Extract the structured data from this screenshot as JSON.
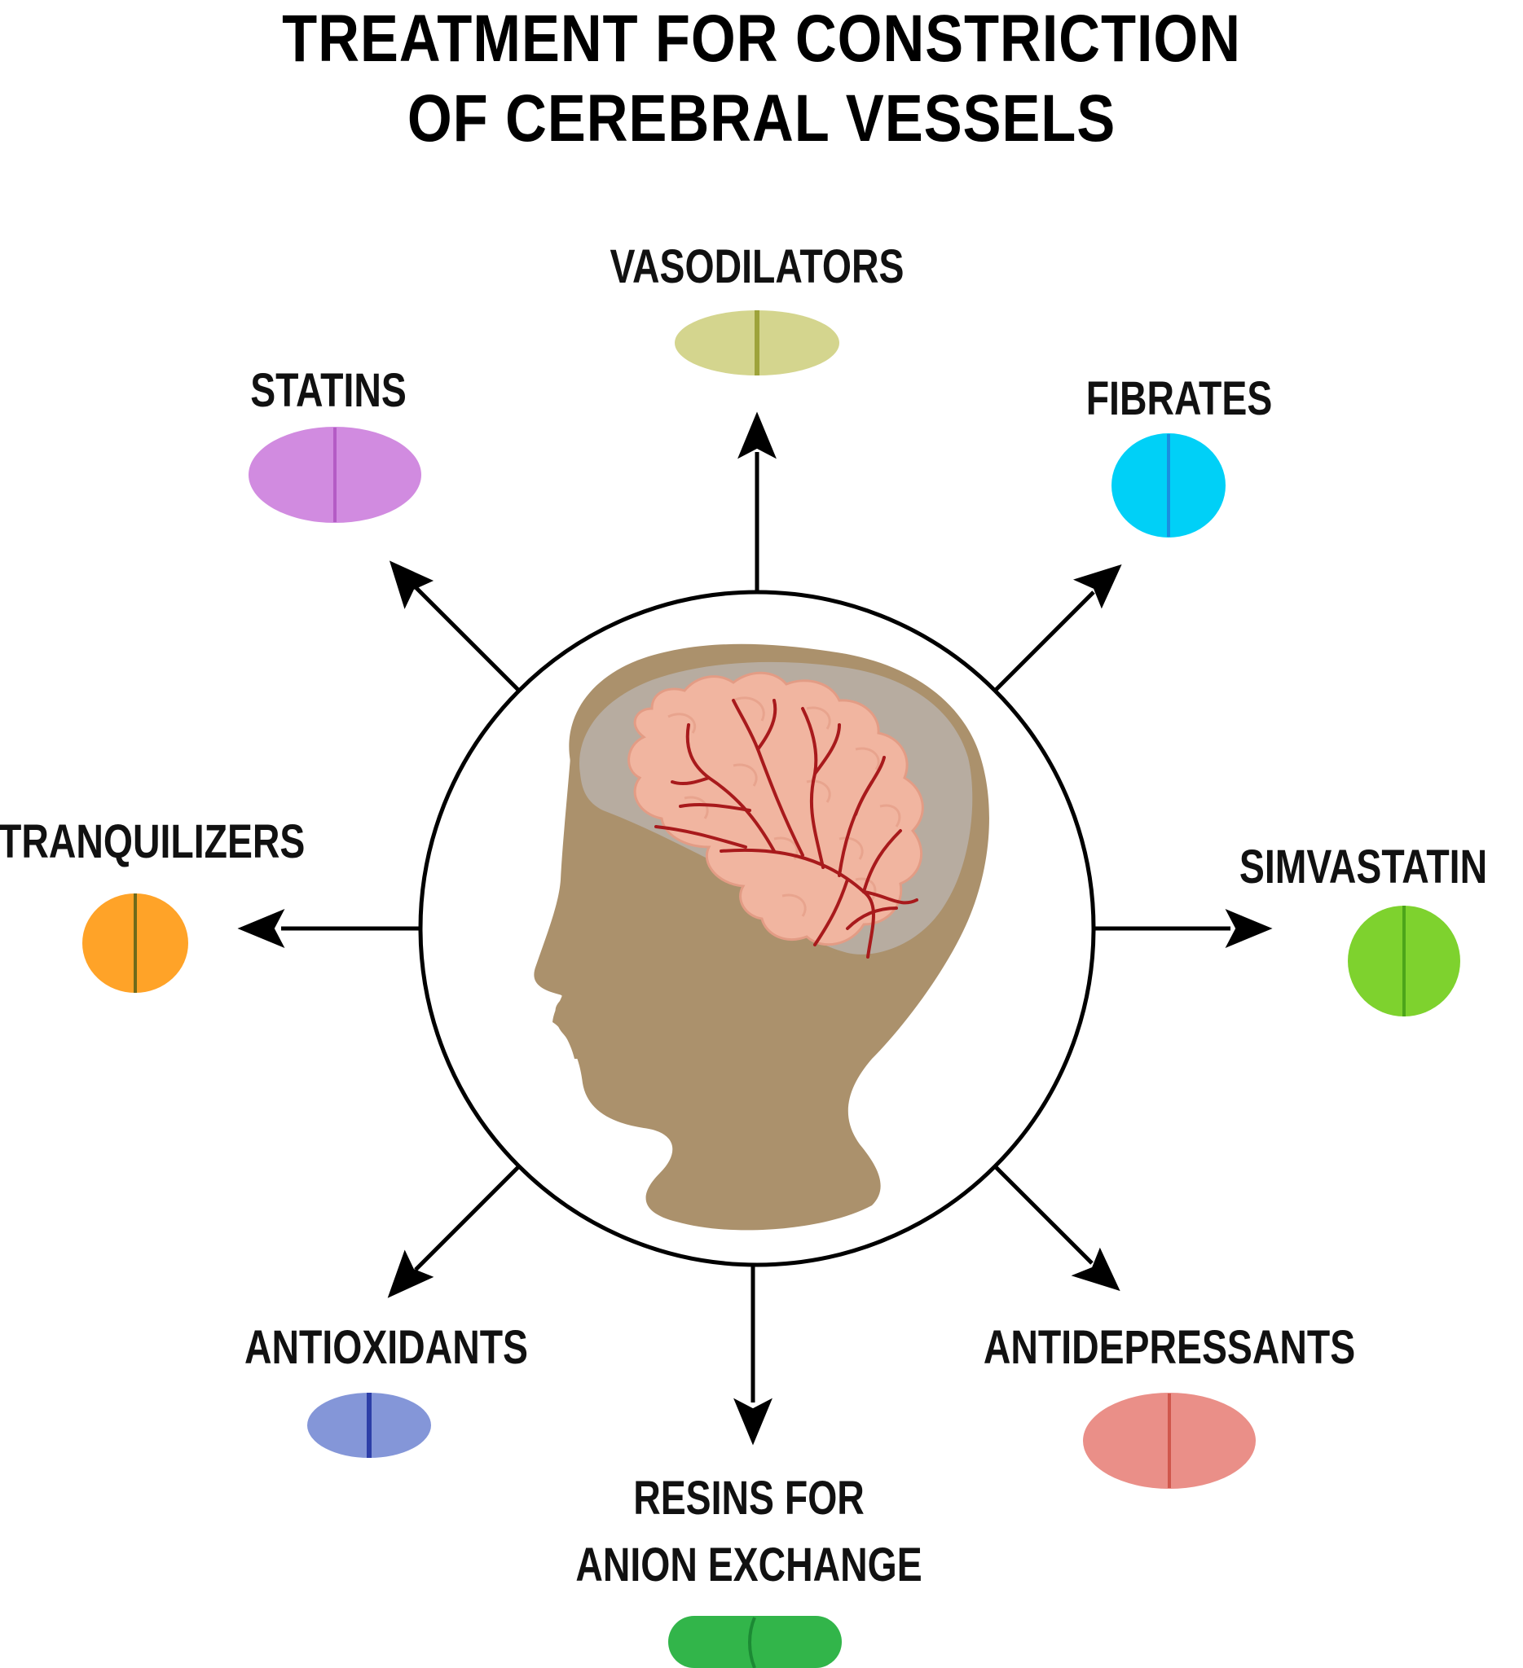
{
  "title": {
    "line1": "TREATMENT FOR CONSTRICTION",
    "line2": "OF CEREBRAL VESSELS"
  },
  "treatments": {
    "vasodilators": {
      "label": "VASODILATORS",
      "color": "#d4d58e",
      "line_color": "#9ea33a"
    },
    "statins": {
      "label": "STATINS",
      "color": "#d18be0",
      "line_color": "#b45cc5"
    },
    "fibrates": {
      "label": "FIBRATES",
      "color": "#00d0f7",
      "line_color": "#1a8fe0"
    },
    "simvastatin": {
      "label": "SIMVASTATIN",
      "color": "#7ed22e",
      "line_color": "#4ca51a"
    },
    "tranquilizers": {
      "label": "TRANQUILIZERS",
      "color": "#ffa328",
      "line_color": "#6f6a1a"
    },
    "antioxidants": {
      "label": "ANTIOXIDANTS",
      "color": "#8496d8",
      "line_color": "#2d3ea8"
    },
    "antidepressants": {
      "label": "ANTIDEPRESSANTS",
      "color": "#ea8f88",
      "line_color": "#d0574c"
    },
    "resins": {
      "label_line1": "RESINS FOR",
      "label_line2": "ANION EXCHANGE",
      "color": "#32b54a",
      "line_color": "#1c8a34"
    }
  },
  "head": {
    "silhouette_color": "#ab916c",
    "skull_color": "#b7aca0",
    "brain_color": "#f1b5a0",
    "vessel_color": "#a81a1c"
  }
}
